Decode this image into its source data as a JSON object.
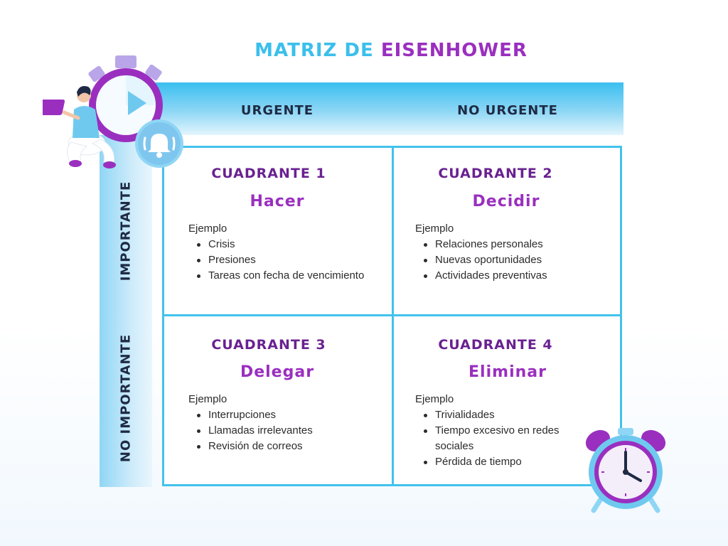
{
  "title": {
    "part1": "MATRIZ DE",
    "part2": "EISENHOWER"
  },
  "columns": {
    "urgent": "URGENTE",
    "not_urgent": "NO URGENTE"
  },
  "rows": {
    "important": "IMPORTANTE",
    "not_important": "NO IMPORTANTE"
  },
  "quadrants": [
    {
      "title": "CUADRANTE 1",
      "verb": "Hacer",
      "example_label": "Ejemplo",
      "items": [
        "Crisis",
        "Presiones",
        "Tareas con fecha de vencimiento"
      ]
    },
    {
      "title": "CUADRANTE 2",
      "verb": "Decidir",
      "example_label": "Ejemplo",
      "items": [
        "Relaciones personales",
        "Nuevas oportunidades",
        "Actividades preventivas"
      ]
    },
    {
      "title": "CUADRANTE 3",
      "verb": "Delegar",
      "example_label": "Ejemplo",
      "items": [
        "Interrupciones",
        "Llamadas irrelevantes",
        "Revisión de correos"
      ]
    },
    {
      "title": "CUADRANTE 4",
      "verb": "Eliminar",
      "example_label": "Ejemplo",
      "items": [
        "Trivialidades",
        "Tiempo excesivo en redes sociales",
        "Pérdida de tiempo"
      ]
    }
  ],
  "colors": {
    "blue": "#42c2ec",
    "purple": "#9a2fbf",
    "dark_purple": "#6a2191",
    "navy": "#1f2a44"
  },
  "icons": [
    "stopwatch-icon",
    "person-with-laptop-icon",
    "bell-icon",
    "alarm-clock-icon"
  ]
}
